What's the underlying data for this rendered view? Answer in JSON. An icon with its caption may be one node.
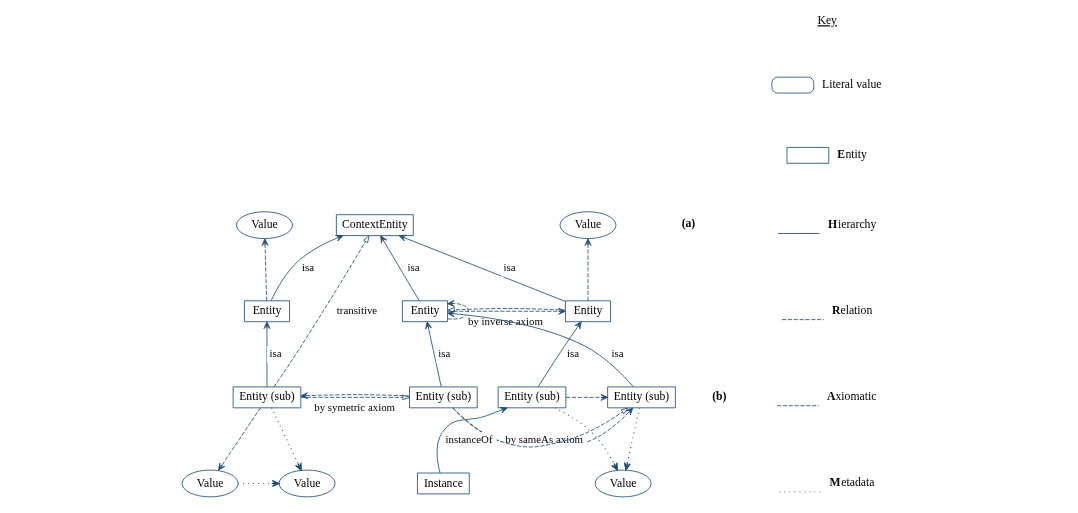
{
  "diagram": {
    "nodes": [
      {
        "text": [
          "ContextEntity"
        ]
      },
      {
        "text": [
          "Value"
        ]
      },
      {
        "text": [
          "Value"
        ]
      },
      {
        "text": [
          "Entity"
        ]
      },
      {
        "text": [
          "Entity"
        ]
      },
      {
        "text": [
          "Entity"
        ]
      },
      {
        "text": [
          "Entity (sub)"
        ]
      },
      {
        "text": [
          "Entity (sub)"
        ]
      },
      {
        "text": [
          "Entity (sub)"
        ]
      },
      {
        "text": [
          "Entity (sub)"
        ]
      },
      {
        "text": [
          "Value"
        ]
      },
      {
        "text": [
          "Value"
        ]
      },
      {
        "text": [
          "Instance"
        ]
      },
      {
        "text": [
          "Value"
        ]
      }
    ],
    "edges": [
      {
        "from": 3,
        "to": 0,
        "arrow": "to",
        "label": "isa"
      },
      {
        "from": 4,
        "to": 0,
        "arrow": "to",
        "label": "isa"
      },
      {
        "from": 5,
        "to": 0,
        "arrow": "to",
        "label": "isa"
      },
      {
        "from": 6,
        "to": 0,
        "arrow": "to",
        "label": "transitive",
        "style": "dashed"
      },
      {
        "from": 3,
        "to": 1,
        "arrow": "to",
        "style": "dashed"
      },
      {
        "from": 5,
        "to": 2,
        "arrow": "to",
        "style": "dashed"
      },
      {
        "from": 4,
        "to": 4,
        "arrow": "to",
        "style": "dashed"
      },
      {
        "from": 4,
        "to": 5,
        "arrow": "to",
        "style": "dashed",
        "label": "by inverse axiom"
      },
      {
        "from": 5,
        "to": 4,
        "arrow": "to",
        "style": "dashed"
      },
      {
        "from": 6,
        "to": 3,
        "arrow": "to",
        "label": "isa"
      },
      {
        "from": 7,
        "to": 4,
        "arrow": "to",
        "label": "isa"
      },
      {
        "from": 8,
        "to": 4,
        "arrow": "to",
        "label": "isa"
      },
      {
        "from": 9,
        "to": 5,
        "arrow": "to",
        "label": "isa"
      },
      {
        "from": 6,
        "to": 7,
        "arrow": "to",
        "style": "dashed",
        "label": "by symetric axiom"
      },
      {
        "from": 7,
        "to": 6,
        "arrow": "to",
        "style": "dashed"
      },
      {
        "from": 7,
        "to": 8,
        "arrow": "to",
        "style": "dashed",
        "label": "by sameAs axiom"
      },
      {
        "from": 7,
        "to": 8,
        "arrow": "to",
        "style": "dashed"
      },
      {
        "from": 9,
        "to": 8,
        "arrow": "to",
        "style": "dashed"
      },
      {
        "from": 6,
        "to": 10,
        "arrow": "to",
        "style": "dashed"
      },
      {
        "from": 11,
        "to": 10,
        "arrow": "to",
        "style": "dashed"
      },
      {
        "from": 6,
        "to": 11,
        "arrow": "to",
        "style": "dashed"
      },
      {
        "from": 8,
        "to": 13,
        "arrow": "to",
        "style": "dashed"
      },
      {
        "from": 9,
        "to": 13,
        "arrow": "to",
        "style": "dashed"
      },
      {
        "from": 12,
        "to": 9,
        "arrow": "to",
        "label": "instanceOf"
      }
    ],
    "labels": [
      "(a)",
      "(b)",
      "Key"
    ],
    "legend": [
      {
        "text": "Literal value"
      },
      {
        "text": "**E**ntity"
      },
      {
        "text": "**H**ierarchy"
      },
      {
        "text": "**R**elation"
      },
      {
        "text": "**A**xiomatic"
      },
      {
        "text": "**M**etadata"
      }
    ]
  }
}
